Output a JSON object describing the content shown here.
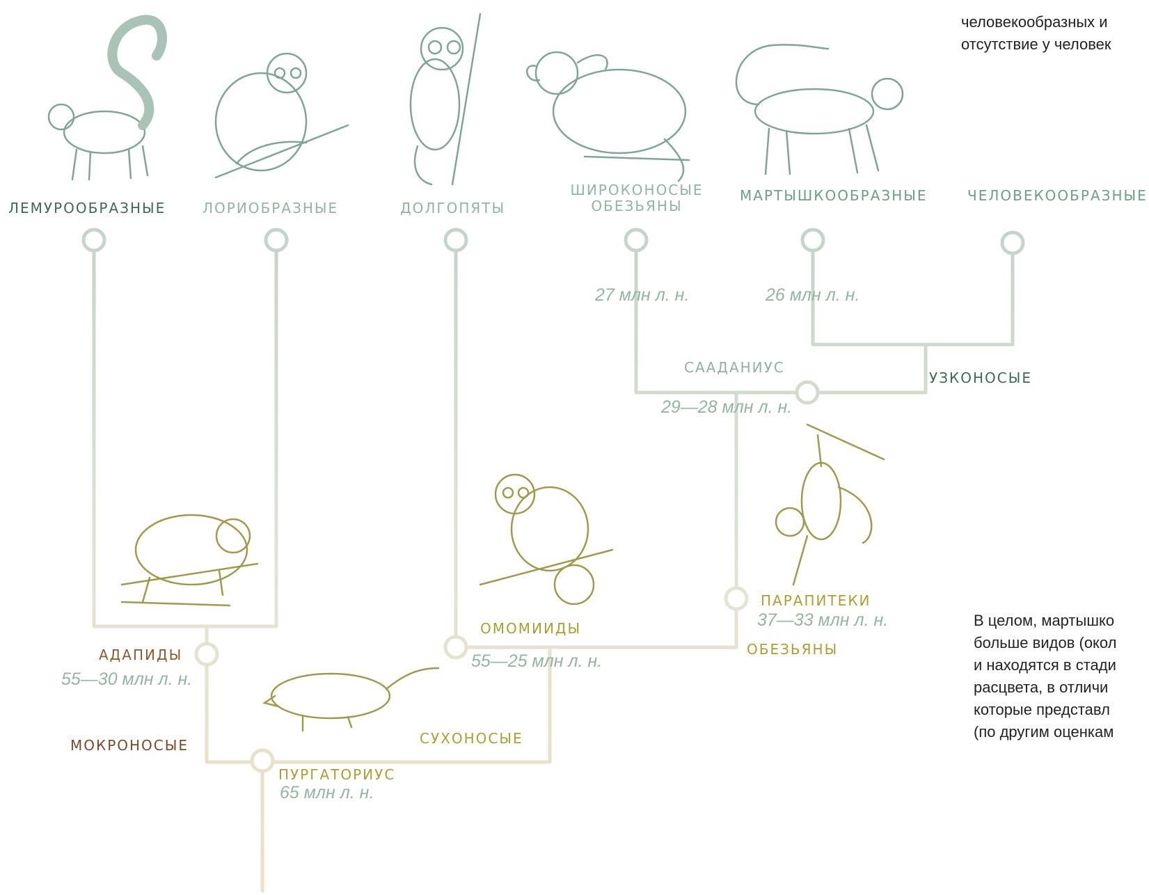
{
  "labels": {
    "lemuroobraznye": "ЛЕМУРООБРАЗНЫЕ",
    "loriobraznye": "ЛОРИОБРАЗНЫЕ",
    "dolgopyaty": "ДОЛГОПЯТЫ",
    "shirokonosye": "ШИРОКОНОСЫЕ ОБЕЗЬЯНЫ",
    "martyshkoobraznye": "МАРТЫШКООБРАЗНЫЕ",
    "chelovekoobraznye": "ЧЕЛОВЕКООБРАЗНЫЕ",
    "saadanius": "СААДАНИУС",
    "uzkonosye": "УЗКОНОСЫЕ",
    "parapiteki": "ПАРАПИТЕКИ",
    "omomiidy": "ОМОМИИДЫ",
    "obezyany": "ОБЕЗЬЯНЫ",
    "adapidy": "АДАПИДЫ",
    "mokronosye": "МОКРОНОСЫЕ",
    "sukhonosye": "СУХОНОСЫЕ",
    "purgatorius": "ПУРГАТОРИУС"
  },
  "dates": {
    "shirokonosye": "27 млн л. н.",
    "martyshkoobraznye": "26 млн л. н.",
    "saadanius": "29—28 млн л. н.",
    "parapiteki": "37—33 млн л. н.",
    "omomiidy": "55—25 млн л. н.",
    "adapidy": "55—30 млн л. н.",
    "purgatorius": "65 млн л. н."
  },
  "text_top": [
    "человекообразных и",
    "отсутствие у человек"
  ],
  "text_bottom": [
    "В целом, мартышко",
    "больше видов (окол",
    "и находятся в стади",
    "расцвета, в отличи",
    "которые представл",
    "(по другим оценкам"
  ],
  "colors": {
    "teal_label": "#6e9e88",
    "dark_green_label": "#3e6a55",
    "olive_label": "#a8a035",
    "brown_label": "#7a4a30",
    "date_color": "#96b4a4",
    "teal_illustration": "#7fa596",
    "olive_illustration": "#a09a4e"
  },
  "icons": {
    "lemur": "ring-tailed-lemur-illustration",
    "loris": "loris-illustration",
    "tarsier": "tarsier-illustration",
    "marmoset": "marmoset-illustration",
    "monkey": "vervet-monkey-illustration",
    "adapid": "adapid-illustration",
    "omomyid": "omomyid-illustration",
    "parapithecus": "parapithecus-illustration",
    "purgatorius": "purgatorius-illustration"
  }
}
